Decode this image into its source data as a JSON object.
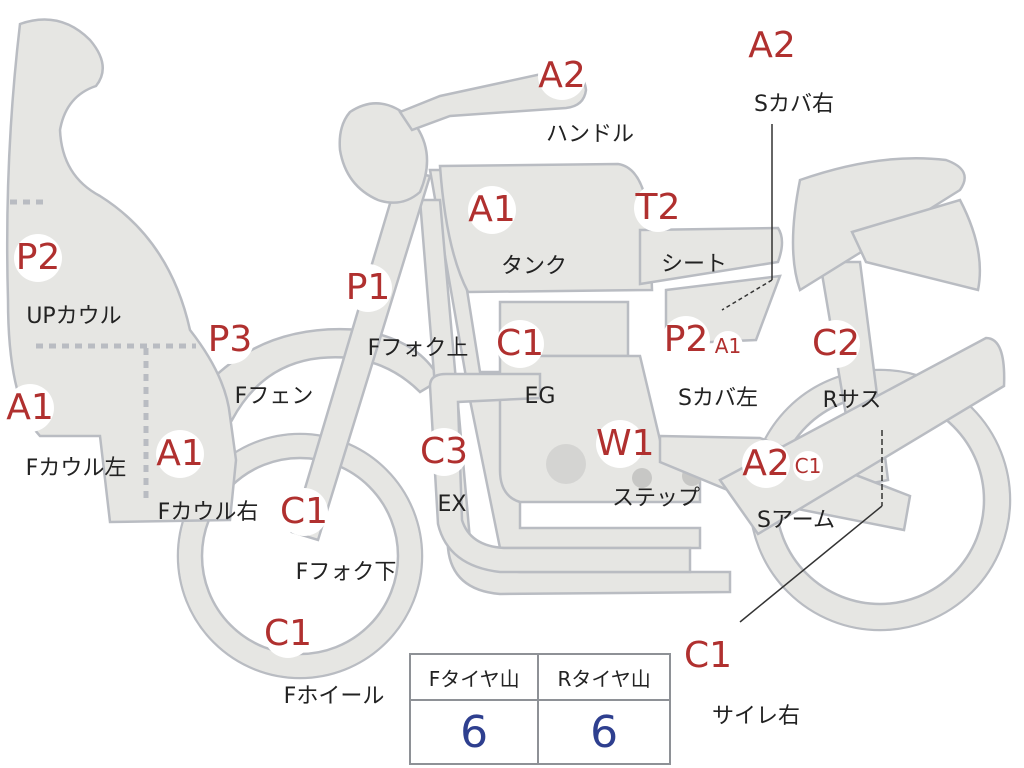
{
  "parts": [
    {
      "id": "up-cowl",
      "grade": "P2",
      "name": "UPカウル"
    },
    {
      "id": "f-cowl-left",
      "grade": "A1",
      "name": "Fカウル左"
    },
    {
      "id": "f-cowl-right",
      "grade": "A1",
      "name": "Fカウル右"
    },
    {
      "id": "f-fender",
      "grade": "P3",
      "name": "Fフェン"
    },
    {
      "id": "f-fork-upper",
      "grade": "P1",
      "name": "Fフォク上"
    },
    {
      "id": "f-fork-lower",
      "grade": "C1",
      "name": "Fフォク下"
    },
    {
      "id": "f-wheel",
      "grade": "C1",
      "name": "Fホイール"
    },
    {
      "id": "handle",
      "grade": "A2",
      "name": "ハンドル"
    },
    {
      "id": "tank",
      "grade": "A1",
      "name": "タンク"
    },
    {
      "id": "engine",
      "grade": "C1",
      "name": "EG"
    },
    {
      "id": "exhaust",
      "grade": "C3",
      "name": "EX"
    },
    {
      "id": "step",
      "grade": "W1",
      "name": "ステップ"
    },
    {
      "id": "seat",
      "grade": "T2",
      "name": "シート"
    },
    {
      "id": "side-cover-left",
      "grade": "P2",
      "name": "Sカバ左",
      "extra_grade": "A1"
    },
    {
      "id": "side-cover-right",
      "grade": "A2",
      "name": "Sカバ右"
    },
    {
      "id": "rear-suspension",
      "grade": "C2",
      "name": "Rサス"
    },
    {
      "id": "swing-arm",
      "grade": "A2",
      "name": "Sアーム",
      "extra_grade": "C1"
    },
    {
      "id": "silencer-right",
      "grade": "C1",
      "name": "サイレ右"
    }
  ],
  "tire_table": {
    "headers": [
      "Fタイヤ山",
      "Rタイヤ山"
    ],
    "values": [
      "6",
      "6"
    ]
  },
  "colors": {
    "grade": "#b0302f",
    "tire_value": "#2e3f8f",
    "part_fill": "#e6e6e3",
    "part_outline": "#b9bcc2"
  }
}
